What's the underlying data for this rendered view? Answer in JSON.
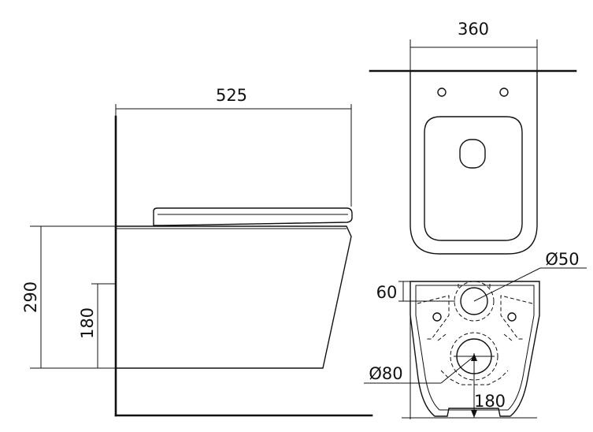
{
  "dimensions": {
    "side_length": "525",
    "top_width": "360",
    "height_total": "290",
    "height_outlet": "180",
    "water_inlet_diameter": "Ø50",
    "inlet_offset": "60",
    "drain_diameter": "Ø80",
    "drain_height": "180"
  }
}
